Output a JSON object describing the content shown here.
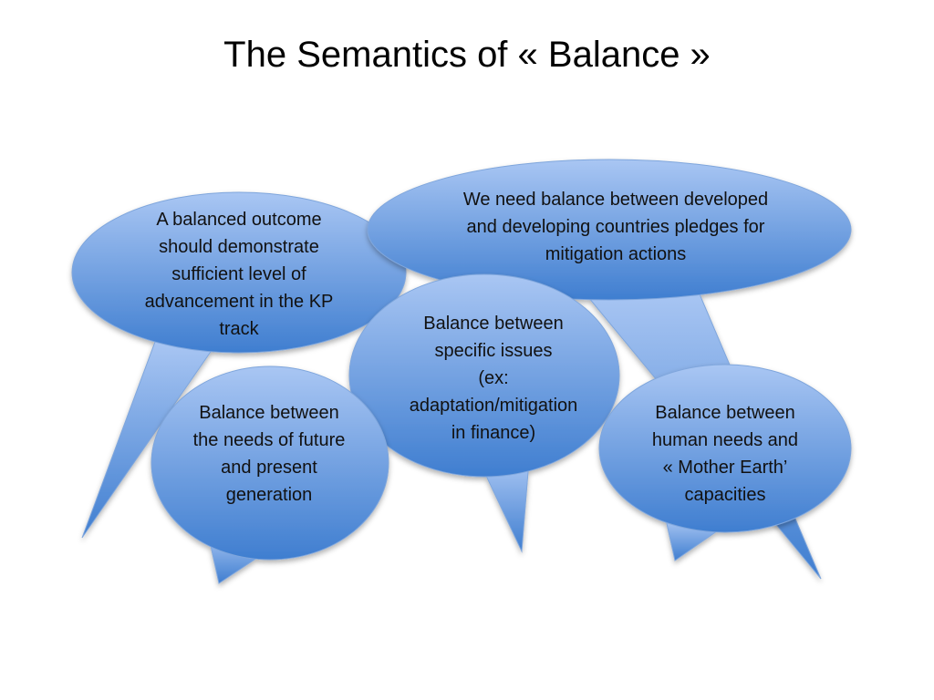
{
  "slide": {
    "title": "The Semantics of « Balance »",
    "colors": {
      "bubble_light": "#a9c6f3",
      "bubble_dark": "#3f7ed0",
      "bubble_stroke": "#7fa6dc"
    },
    "bubbles": [
      {
        "id": "kp-track",
        "text": "A balanced outcome\nshould demonstrate\nsufficient level of\nadvancement in the KP\ntrack"
      },
      {
        "id": "developed-developing",
        "text": "We need balance between developed\nand developing countries pledges for\nmitigation actions"
      },
      {
        "id": "specific-issues",
        "text": "Balance between\nspecific issues\n(ex:\nadaptation/mitigation\nin finance)"
      },
      {
        "id": "future-present",
        "text": "Balance between\nthe needs of future\nand present\ngeneration"
      },
      {
        "id": "mother-earth",
        "text": "Balance between\nhuman needs and\n« Mother Earth’\ncapacities"
      }
    ]
  }
}
